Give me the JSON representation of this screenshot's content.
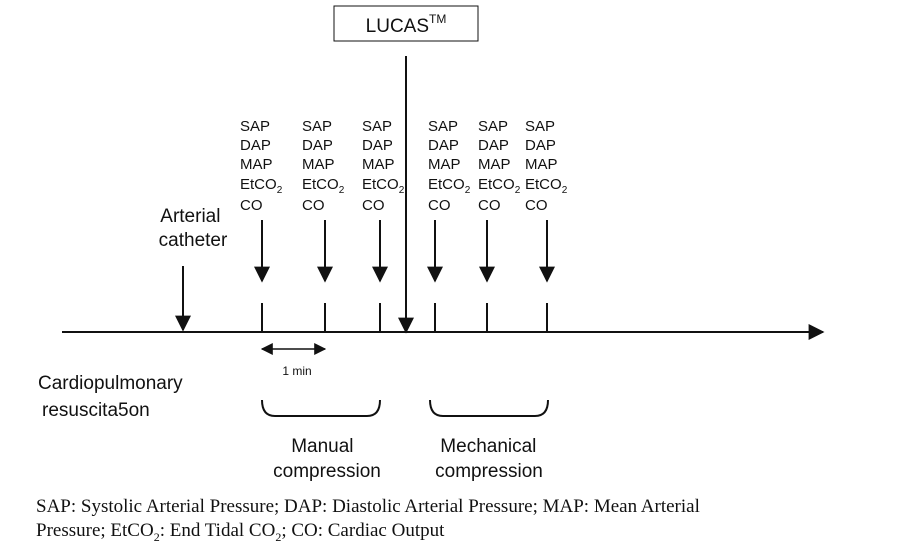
{
  "device_label": {
    "text": "LUCAS",
    "sup": "TM"
  },
  "catheter_label": [
    "Arterial",
    "catheter"
  ],
  "measure_labels": [
    "SAP",
    "DAP",
    "MAP",
    "EtCO",
    "CO"
  ],
  "measure_subscript": "2",
  "interval_label": "1 min",
  "axis_label": [
    "Cardiopulmonary",
    "resuscita5on"
  ],
  "phase_manual": [
    "Manual",
    "compression"
  ],
  "phase_mechanical": [
    "Mechanical",
    "compression"
  ],
  "footnote": {
    "line1": "SAP: Systolic Arterial Pressure; DAP: Diastolic Arterial Pressure; MAP: Mean Arterial",
    "line2_a": "Pressure; EtCO",
    "line2_sub1": "2",
    "line2_b": ": End Tidal CO",
    "line2_sub2": "2",
    "line2_c": "; CO: Cardiac Output"
  }
}
